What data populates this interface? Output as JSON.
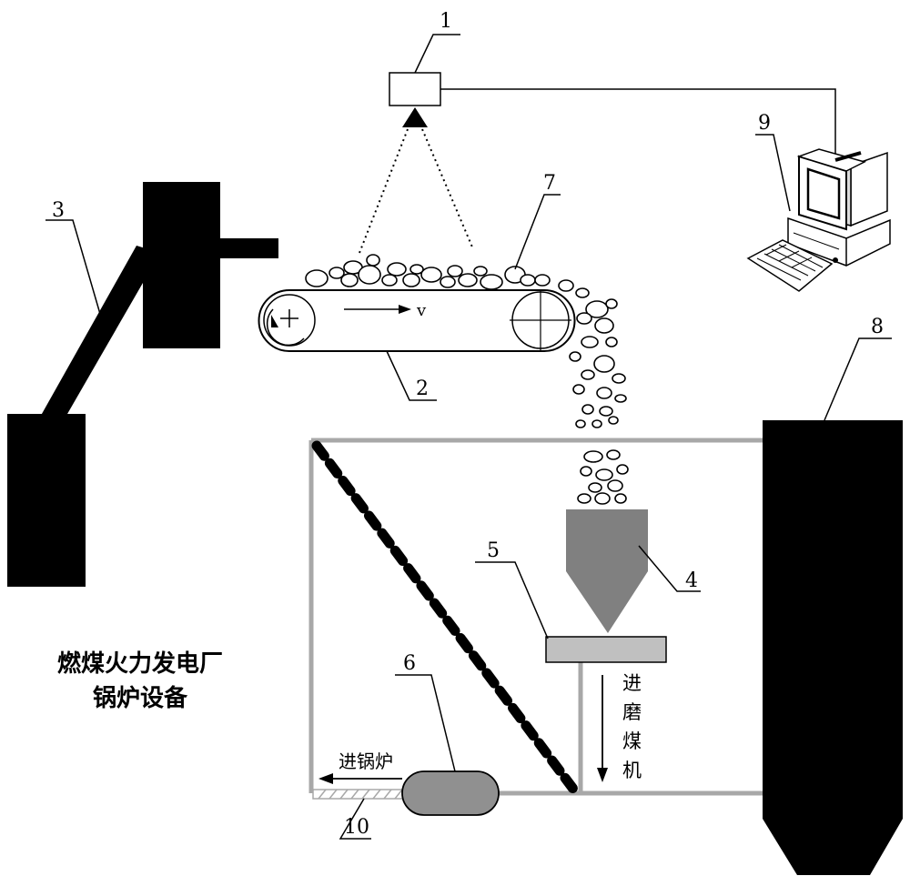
{
  "labels": {
    "camera": "1",
    "belt": "2",
    "stacker": "3",
    "hopper": "4",
    "feeder": "5",
    "mill": "6",
    "coal": "7",
    "bunker": "8",
    "computer": "9",
    "pipe": "10"
  },
  "speed_label": "v",
  "plant_title_line1": "燃煤火力发电厂",
  "plant_title_line2": "锅炉设备",
  "to_boiler": "进锅炉",
  "to_mill_chars": [
    "进",
    "磨",
    "煤",
    "机"
  ],
  "colors": {
    "ink": "#000000",
    "frame_gray": "#a8a8a8",
    "hopper_gray": "#808080",
    "feeder_gray": "#c0c0c0",
    "mill_gray": "#909090"
  }
}
